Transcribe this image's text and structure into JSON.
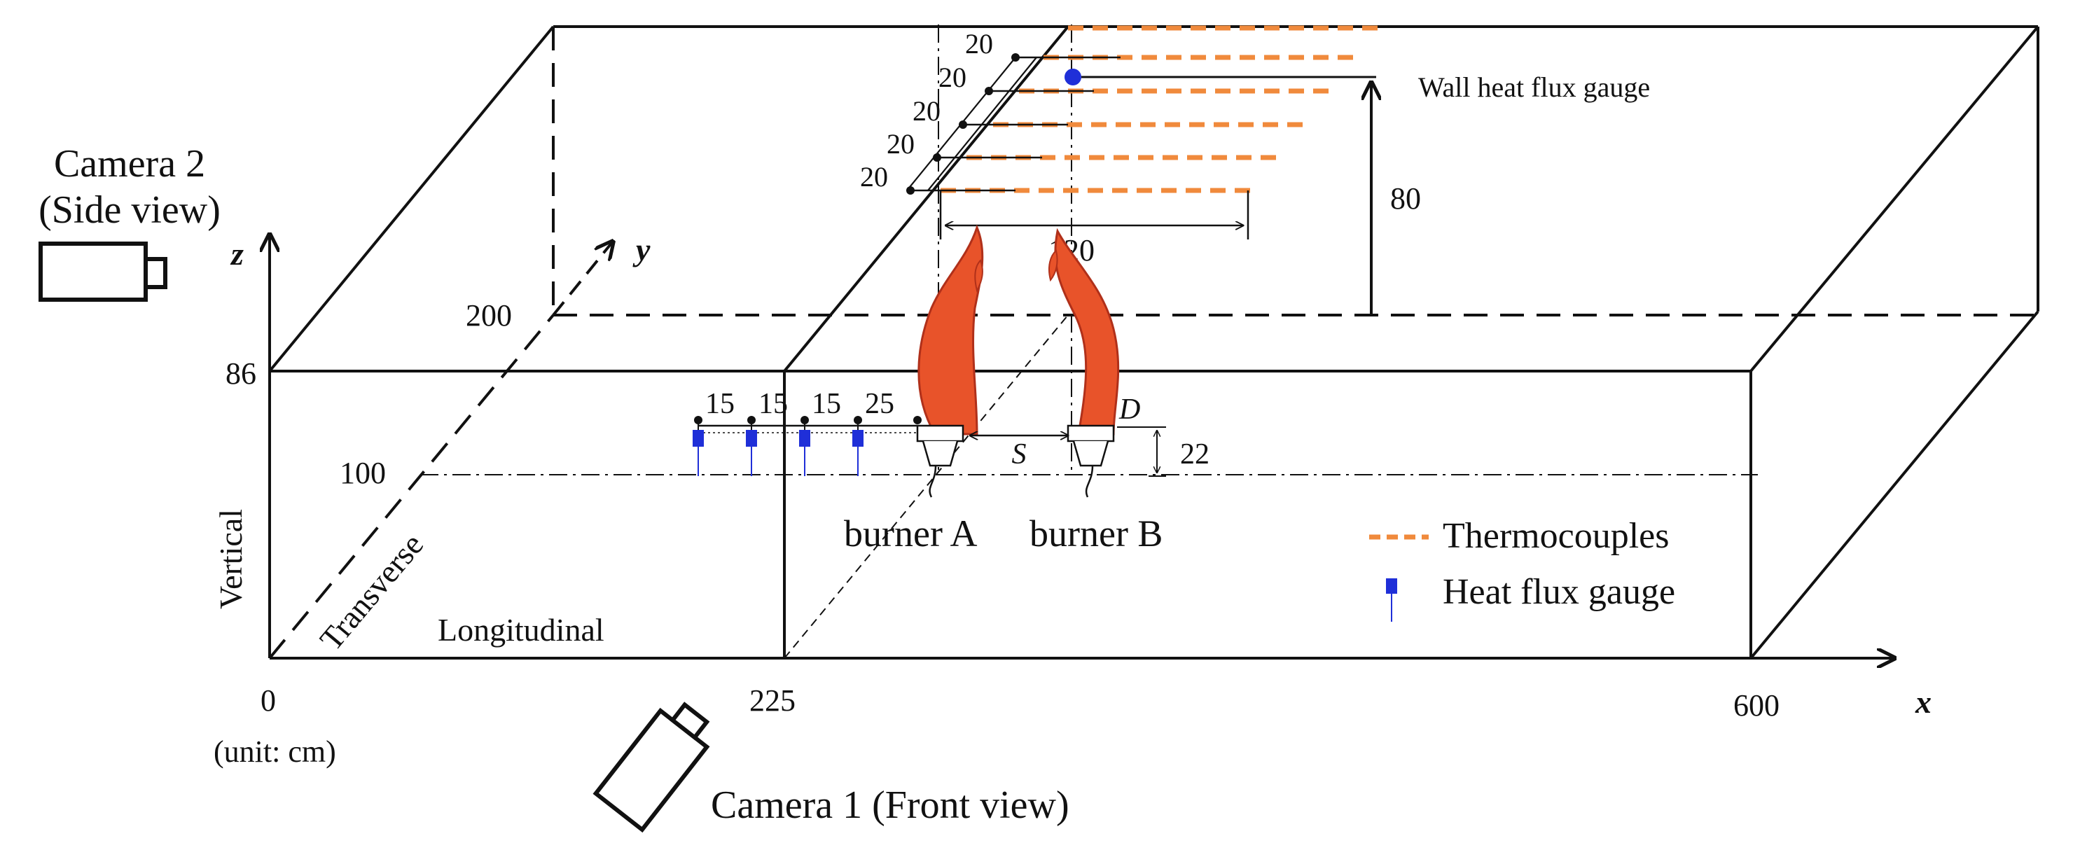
{
  "cameras": {
    "side": {
      "title": "Camera 2",
      "subtitle": "(Side view)"
    },
    "front": {
      "label": "Camera 1 (Front view)"
    }
  },
  "axes": {
    "x": "x",
    "y": "y",
    "z": "z"
  },
  "dimension_labels": {
    "origin": "0",
    "unit": "(unit: cm)",
    "x_225": "225",
    "x_600": "600",
    "z_86": "86",
    "y_200": "200",
    "centerline_100": "100",
    "tc_width_120": "120",
    "wall_gauge_80": "80",
    "burner_offset_22": "22",
    "spacing_S": "S",
    "diameter_D": "D",
    "tc_spacings": [
      "20",
      "20",
      "20",
      "20",
      "20"
    ],
    "gauge_spacings": [
      "15",
      "15",
      "15",
      "25"
    ]
  },
  "directions": {
    "vertical": "Vertical",
    "transverse": "Transverse",
    "longitudinal": "Longitudinal"
  },
  "burners": {
    "a": "burner A",
    "b": "burner B"
  },
  "annotations": {
    "wall_gauge": "Wall heat flux gauge"
  },
  "legend": {
    "thermocouples": "Thermocouples",
    "heat_flux_gauge": "Heat flux gauge"
  },
  "colors": {
    "thermocouple": "#F08A3C",
    "gauge": "#1F2FD8",
    "flame": "#E8532A",
    "flame_edge": "#B0301A"
  }
}
